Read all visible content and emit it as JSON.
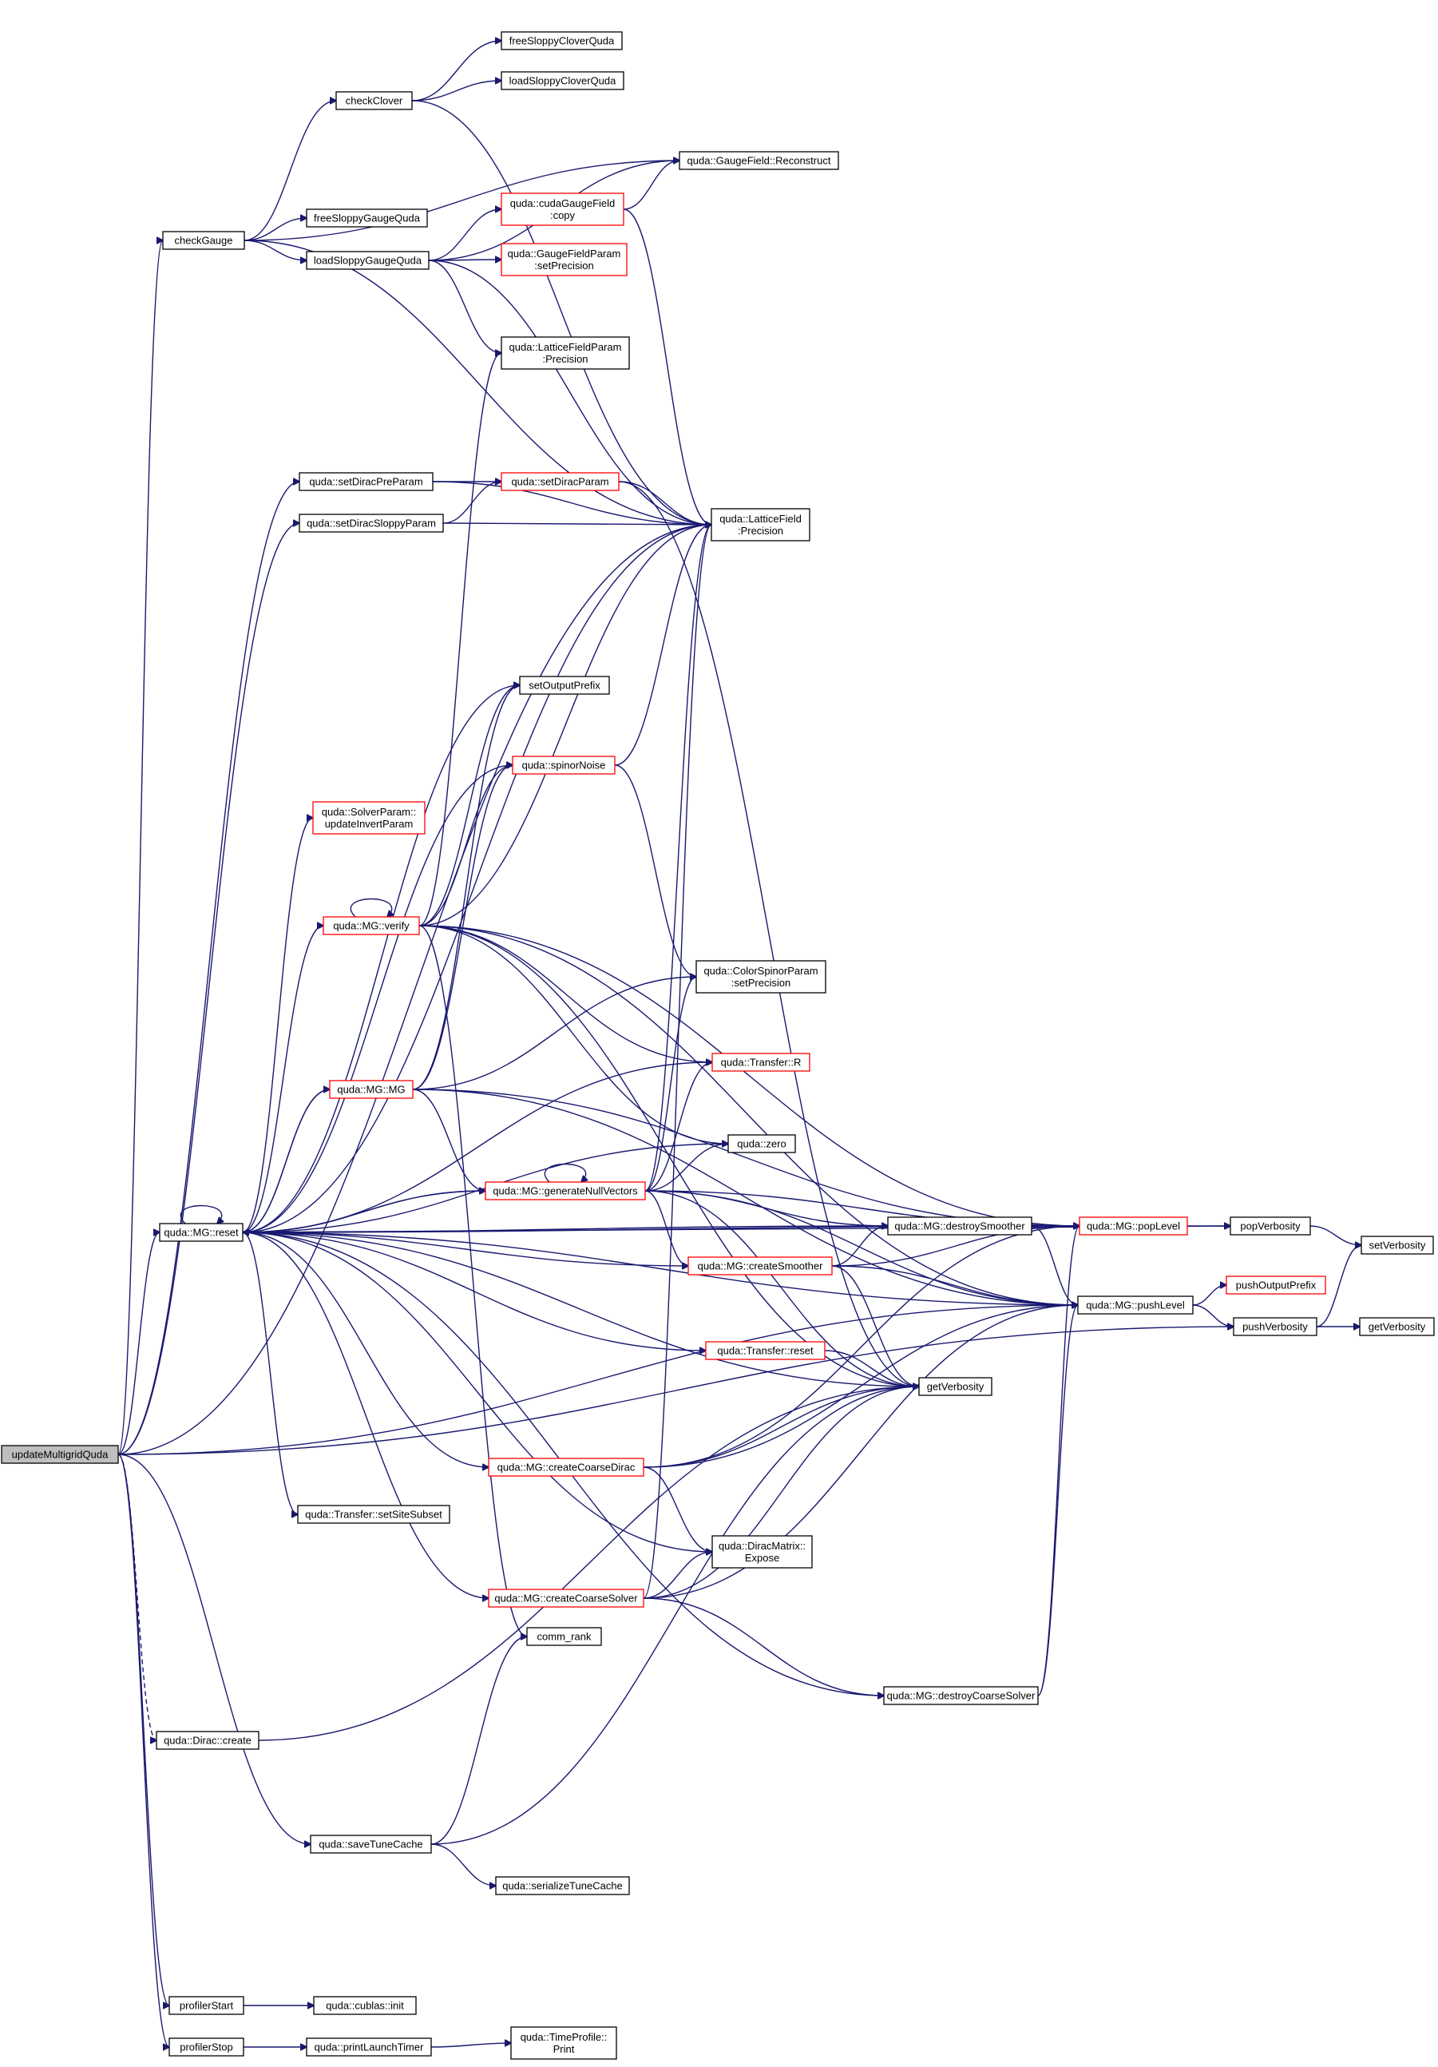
{
  "graph": {
    "nodes": [
      {
        "id": "updateMultigridQuda",
        "lines": [
          "updateMultigridQuda"
        ],
        "kind": "root"
      },
      {
        "id": "checkGauge",
        "lines": [
          "checkGauge"
        ],
        "kind": "normal"
      },
      {
        "id": "checkClover",
        "lines": [
          "checkClover"
        ],
        "kind": "normal"
      },
      {
        "id": "freeSloppyCloverQuda",
        "lines": [
          "freeSloppyCloverQuda"
        ],
        "kind": "normal"
      },
      {
        "id": "loadSloppyCloverQuda",
        "lines": [
          "loadSloppyCloverQuda"
        ],
        "kind": "normal"
      },
      {
        "id": "GaugeFieldReconstruct",
        "lines": [
          "quda::GaugeField::Reconstruct"
        ],
        "kind": "normal"
      },
      {
        "id": "freeSloppyGaugeQuda",
        "lines": [
          "freeSloppyGaugeQuda"
        ],
        "kind": "normal"
      },
      {
        "id": "loadSloppyGaugeQuda",
        "lines": [
          "loadSloppyGaugeQuda"
        ],
        "kind": "normal"
      },
      {
        "id": "cudaGaugeFieldCopy",
        "lines": [
          "quda::cudaGaugeField",
          ":copy"
        ],
        "kind": "truncated"
      },
      {
        "id": "GaugeFieldParamSetPrecision",
        "lines": [
          "quda::GaugeFieldParam",
          ":setPrecision"
        ],
        "kind": "truncated"
      },
      {
        "id": "LatticeFieldParamPrecision",
        "lines": [
          "quda::LatticeFieldParam",
          ":Precision"
        ],
        "kind": "normal"
      },
      {
        "id": "setDiracPreParam",
        "lines": [
          "quda::setDiracPreParam"
        ],
        "kind": "normal"
      },
      {
        "id": "setDiracSloppyParam",
        "lines": [
          "quda::setDiracSloppyParam"
        ],
        "kind": "normal"
      },
      {
        "id": "setDiracParam",
        "lines": [
          "quda::setDiracParam"
        ],
        "kind": "truncated"
      },
      {
        "id": "LatticeFieldPrecision",
        "lines": [
          "quda::LatticeField",
          ":Precision"
        ],
        "kind": "normal"
      },
      {
        "id": "setOutputPrefix",
        "lines": [
          "setOutputPrefix"
        ],
        "kind": "normal"
      },
      {
        "id": "spinorNoise",
        "lines": [
          "quda::spinorNoise"
        ],
        "kind": "truncated"
      },
      {
        "id": "updateInvertParam",
        "lines": [
          "quda::SolverParam::",
          "updateInvertParam"
        ],
        "kind": "truncated"
      },
      {
        "id": "MGverify",
        "lines": [
          "quda::MG::verify"
        ],
        "kind": "truncated"
      },
      {
        "id": "ColorSpinorParamSetPrecision",
        "lines": [
          "quda::ColorSpinorParam",
          ":setPrecision"
        ],
        "kind": "normal"
      },
      {
        "id": "MGMG",
        "lines": [
          "quda::MG::MG"
        ],
        "kind": "truncated"
      },
      {
        "id": "TransferR",
        "lines": [
          "quda::Transfer::R"
        ],
        "kind": "truncated"
      },
      {
        "id": "zero",
        "lines": [
          "quda::zero"
        ],
        "kind": "normal"
      },
      {
        "id": "MGreset",
        "lines": [
          "quda::MG::reset"
        ],
        "kind": "normal"
      },
      {
        "id": "generateNullVectors",
        "lines": [
          "quda::MG::generateNullVectors"
        ],
        "kind": "truncated"
      },
      {
        "id": "destroySmoother",
        "lines": [
          "quda::MG::destroySmoother"
        ],
        "kind": "normal"
      },
      {
        "id": "popLevel",
        "lines": [
          "quda::MG::popLevel"
        ],
        "kind": "truncated"
      },
      {
        "id": "popVerbosity",
        "lines": [
          "popVerbosity"
        ],
        "kind": "normal"
      },
      {
        "id": "setVerbosity",
        "lines": [
          "setVerbosity"
        ],
        "kind": "normal"
      },
      {
        "id": "createSmoother",
        "lines": [
          "quda::MG::createSmoother"
        ],
        "kind": "truncated"
      },
      {
        "id": "pushLevel",
        "lines": [
          "quda::MG::pushLevel"
        ],
        "kind": "normal"
      },
      {
        "id": "pushOutputPrefix",
        "lines": [
          "pushOutputPrefix"
        ],
        "kind": "truncated"
      },
      {
        "id": "pushVerbosity",
        "lines": [
          "pushVerbosity"
        ],
        "kind": "normal"
      },
      {
        "id": "getVerbosity2",
        "lines": [
          "getVerbosity"
        ],
        "kind": "normal"
      },
      {
        "id": "TransferReset",
        "lines": [
          "quda::Transfer::reset"
        ],
        "kind": "truncated"
      },
      {
        "id": "getVerbosity",
        "lines": [
          "getVerbosity"
        ],
        "kind": "normal"
      },
      {
        "id": "createCoarseDirac",
        "lines": [
          "quda::MG::createCoarseDirac"
        ],
        "kind": "truncated"
      },
      {
        "id": "setSiteSubset",
        "lines": [
          "quda::Transfer::setSiteSubset"
        ],
        "kind": "normal"
      },
      {
        "id": "DiracMatrixExpose",
        "lines": [
          "quda::DiracMatrix::",
          "Expose"
        ],
        "kind": "normal"
      },
      {
        "id": "createCoarseSolver",
        "lines": [
          "quda::MG::createCoarseSolver"
        ],
        "kind": "truncated"
      },
      {
        "id": "commRank",
        "lines": [
          "comm_rank"
        ],
        "kind": "normal"
      },
      {
        "id": "destroyCoarseSolver",
        "lines": [
          "quda::MG::destroyCoarseSolver"
        ],
        "kind": "normal"
      },
      {
        "id": "DiracCreate",
        "lines": [
          "quda::Dirac::create"
        ],
        "kind": "normal"
      },
      {
        "id": "saveTuneCache",
        "lines": [
          "quda::saveTuneCache"
        ],
        "kind": "normal"
      },
      {
        "id": "serializeTuneCache",
        "lines": [
          "quda::serializeTuneCache"
        ],
        "kind": "normal"
      },
      {
        "id": "profilerStart",
        "lines": [
          "profilerStart"
        ],
        "kind": "normal"
      },
      {
        "id": "cublasInit",
        "lines": [
          "quda::cublas::init"
        ],
        "kind": "normal"
      },
      {
        "id": "profilerStop",
        "lines": [
          "profilerStop"
        ],
        "kind": "normal"
      },
      {
        "id": "printLaunchTimer",
        "lines": [
          "quda::printLaunchTimer"
        ],
        "kind": "normal"
      },
      {
        "id": "TimeProfilePrint",
        "lines": [
          "quda::TimeProfile::",
          "Print"
        ],
        "kind": "normal"
      }
    ],
    "edges": [
      [
        "updateMultigridQuda",
        "checkGauge"
      ],
      [
        "updateMultigridQuda",
        "setDiracPreParam"
      ],
      [
        "updateMultigridQuda",
        "setDiracSloppyParam"
      ],
      [
        "updateMultigridQuda",
        "LatticeFieldPrecision"
      ],
      [
        "updateMultigridQuda",
        "MGreset"
      ],
      [
        "updateMultigridQuda",
        "pushLevel"
      ],
      [
        "updateMultigridQuda",
        "DiracCreate"
      ],
      [
        "updateMultigridQuda",
        "saveTuneCache"
      ],
      [
        "updateMultigridQuda",
        "pushVerbosity"
      ],
      [
        "updateMultigridQuda",
        "profilerStart"
      ],
      [
        "updateMultigridQuda",
        "profilerStop"
      ],
      [
        "checkGauge",
        "checkClover"
      ],
      [
        "checkGauge",
        "freeSloppyGaugeQuda"
      ],
      [
        "checkGauge",
        "loadSloppyGaugeQuda"
      ],
      [
        "checkGauge",
        "GaugeFieldReconstruct"
      ],
      [
        "checkGauge",
        "LatticeFieldPrecision"
      ],
      [
        "checkClover",
        "freeSloppyCloverQuda"
      ],
      [
        "checkClover",
        "loadSloppyCloverQuda"
      ],
      [
        "checkClover",
        "LatticeFieldPrecision"
      ],
      [
        "loadSloppyGaugeQuda",
        "GaugeFieldReconstruct"
      ],
      [
        "loadSloppyGaugeQuda",
        "cudaGaugeFieldCopy"
      ],
      [
        "loadSloppyGaugeQuda",
        "GaugeFieldParamSetPrecision"
      ],
      [
        "loadSloppyGaugeQuda",
        "LatticeFieldParamPrecision"
      ],
      [
        "loadSloppyGaugeQuda",
        "LatticeFieldPrecision"
      ],
      [
        "cudaGaugeFieldCopy",
        "GaugeFieldReconstruct"
      ],
      [
        "cudaGaugeFieldCopy",
        "LatticeFieldPrecision"
      ],
      [
        "setDiracPreParam",
        "setDiracParam"
      ],
      [
        "setDiracPreParam",
        "LatticeFieldPrecision"
      ],
      [
        "setDiracSloppyParam",
        "setDiracParam"
      ],
      [
        "setDiracSloppyParam",
        "LatticeFieldPrecision"
      ],
      [
        "setDiracParam",
        "LatticeFieldPrecision"
      ],
      [
        "setDiracParam",
        "getVerbosity"
      ],
      [
        "MGreset",
        "LatticeFieldPrecision"
      ],
      [
        "MGreset",
        "setOutputPrefix"
      ],
      [
        "MGreset",
        "spinorNoise"
      ],
      [
        "MGreset",
        "updateInvertParam"
      ],
      [
        "MGreset",
        "MGverify"
      ],
      [
        "MGreset",
        "MGMG"
      ],
      [
        "MGreset",
        "TransferR"
      ],
      [
        "MGreset",
        "zero"
      ],
      [
        "MGreset",
        "MGreset"
      ],
      [
        "MGreset",
        "generateNullVectors"
      ],
      [
        "MGreset",
        "destroySmoother"
      ],
      [
        "MGreset",
        "popLevel"
      ],
      [
        "MGreset",
        "popVerbosity"
      ],
      [
        "MGreset",
        "createSmoother"
      ],
      [
        "MGreset",
        "pushLevel"
      ],
      [
        "MGreset",
        "TransferReset"
      ],
      [
        "MGreset",
        "getVerbosity"
      ],
      [
        "MGreset",
        "createCoarseDirac"
      ],
      [
        "MGreset",
        "setSiteSubset"
      ],
      [
        "MGreset",
        "DiracMatrixExpose"
      ],
      [
        "MGreset",
        "createCoarseSolver"
      ],
      [
        "MGreset",
        "destroyCoarseSolver"
      ],
      [
        "spinorNoise",
        "LatticeFieldPrecision"
      ],
      [
        "spinorNoise",
        "ColorSpinorParamSetPrecision"
      ],
      [
        "MGverify",
        "setOutputPrefix"
      ],
      [
        "MGverify",
        "spinorNoise"
      ],
      [
        "MGverify",
        "MGverify"
      ],
      [
        "MGverify",
        "LatticeFieldParamPrecision"
      ],
      [
        "MGverify",
        "LatticeFieldPrecision"
      ],
      [
        "MGverify",
        "TransferR"
      ],
      [
        "MGverify",
        "zero"
      ],
      [
        "MGverify",
        "popLevel"
      ],
      [
        "MGverify",
        "pushLevel"
      ],
      [
        "MGverify",
        "getVerbosity"
      ],
      [
        "MGverify",
        "commRank"
      ],
      [
        "MGMG",
        "setOutputPrefix"
      ],
      [
        "MGMG",
        "spinorNoise"
      ],
      [
        "MGMG",
        "ColorSpinorParamSetPrecision"
      ],
      [
        "MGMG",
        "generateNullVectors"
      ],
      [
        "MGMG",
        "popLevel"
      ],
      [
        "MGMG",
        "pushLevel"
      ],
      [
        "MGMG",
        "MGreset"
      ],
      [
        "generateNullVectors",
        "LatticeFieldPrecision"
      ],
      [
        "generateNullVectors",
        "ColorSpinorParamSetPrecision"
      ],
      [
        "generateNullVectors",
        "TransferR"
      ],
      [
        "generateNullVectors",
        "zero"
      ],
      [
        "generateNullVectors",
        "generateNullVectors"
      ],
      [
        "generateNullVectors",
        "MGreset"
      ],
      [
        "generateNullVectors",
        "destroySmoother"
      ],
      [
        "generateNullVectors",
        "createSmoother"
      ],
      [
        "generateNullVectors",
        "popLevel"
      ],
      [
        "generateNullVectors",
        "pushLevel"
      ],
      [
        "generateNullVectors",
        "getVerbosity"
      ],
      [
        "destroySmoother",
        "popLevel"
      ],
      [
        "destroySmoother",
        "pushLevel"
      ],
      [
        "createSmoother",
        "destroySmoother"
      ],
      [
        "createSmoother",
        "popLevel"
      ],
      [
        "createSmoother",
        "pushLevel"
      ],
      [
        "createSmoother",
        "getVerbosity"
      ],
      [
        "popLevel",
        "popVerbosity"
      ],
      [
        "popVerbosity",
        "setVerbosity"
      ],
      [
        "pushLevel",
        "pushOutputPrefix"
      ],
      [
        "pushLevel",
        "pushVerbosity"
      ],
      [
        "pushVerbosity",
        "setVerbosity"
      ],
      [
        "pushVerbosity",
        "getVerbosity2"
      ],
      [
        "TransferReset",
        "getVerbosity"
      ],
      [
        "createCoarseDirac",
        "DiracMatrixExpose"
      ],
      [
        "createCoarseDirac",
        "getVerbosity"
      ],
      [
        "createCoarseDirac",
        "popLevel"
      ],
      [
        "createCoarseDirac",
        "pushLevel"
      ],
      [
        "createCoarseSolver",
        "LatticeFieldPrecision"
      ],
      [
        "createCoarseSolver",
        "DiracMatrixExpose"
      ],
      [
        "createCoarseSolver",
        "destroyCoarseSolver"
      ],
      [
        "createCoarseSolver",
        "getVerbosity"
      ],
      [
        "createCoarseSolver",
        "pushLevel"
      ],
      [
        "destroyCoarseSolver",
        "popLevel"
      ],
      [
        "destroyCoarseSolver",
        "pushLevel"
      ],
      [
        "DiracCreate",
        "getVerbosity"
      ],
      [
        "saveTuneCache",
        "commRank"
      ],
      [
        "saveTuneCache",
        "serializeTuneCache"
      ],
      [
        "saveTuneCache",
        "getVerbosity"
      ],
      [
        "profilerStart",
        "cublasInit"
      ],
      [
        "profilerStop",
        "printLaunchTimer"
      ],
      [
        "printLaunchTimer",
        "TimeProfilePrint"
      ]
    ],
    "dashed_edges": [
      [
        "updateMultigridQuda",
        "DiracCreate"
      ]
    ]
  },
  "colors": {
    "edge": "#191970",
    "node_border": "#000000",
    "truncated_border": "#ff0000",
    "root_fill": "#bfbfbf",
    "background": "#ffffff"
  }
}
